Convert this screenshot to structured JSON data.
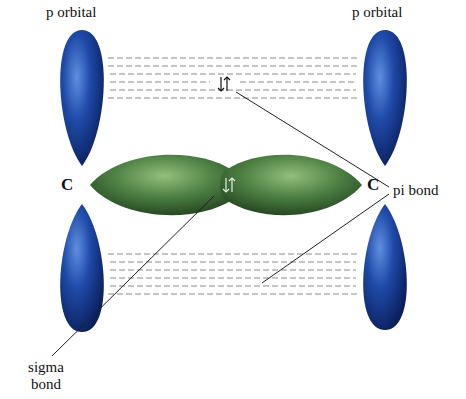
{
  "diagram": {
    "labels": [
      "p orbital",
      "p orbital",
      "C",
      "C",
      "pi bond",
      "sigma bond"
    ]
  }
}
